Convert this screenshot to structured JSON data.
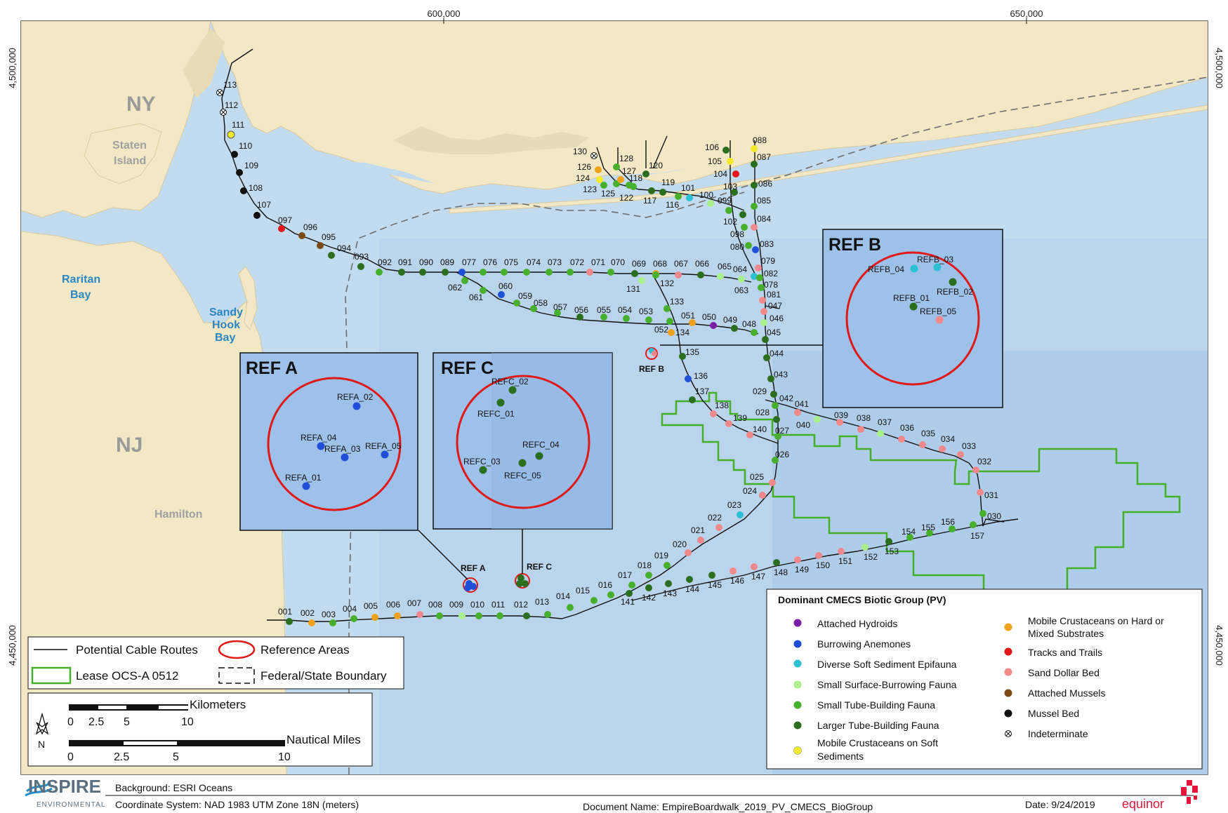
{
  "axis_labels": {
    "x_600000": "600,000",
    "x_650000": "650,000",
    "y_4500000_left": "4,500,000",
    "y_4500000_right": "4,500,000",
    "y_4450000_left": "4,450,000",
    "y_4450000_right": "4,450,000"
  },
  "places": {
    "ny": "NY",
    "nj": "NJ",
    "staten_island_1": "Staten",
    "staten_island_2": "Island",
    "raritan_1": "Raritan",
    "raritan_2": "Bay",
    "sandy_1": "Sandy",
    "sandy_2": "Hook",
    "sandy_3": "Bay",
    "hamilton": "Hamilton"
  },
  "stations": {
    "s001": "001",
    "s002": "002",
    "s003": "003",
    "s004": "004",
    "s005": "005",
    "s006": "006",
    "s007": "007",
    "s008": "008",
    "s009": "009",
    "s010": "010",
    "s011": "011",
    "s012": "012",
    "s013": "013",
    "s014": "014",
    "s015": "015",
    "s016": "016",
    "s017": "017",
    "s018": "018",
    "s019": "019",
    "s020": "020",
    "s021": "021",
    "s022": "022",
    "s023": "023",
    "s024": "024",
    "s025": "025",
    "s026": "026",
    "s027": "027",
    "s028": "028",
    "s029": "029",
    "s030": "030",
    "s031": "031",
    "s032": "032",
    "s033": "033",
    "s034": "034",
    "s035": "035",
    "s036": "036",
    "s037": "037",
    "s038": "038",
    "s039": "039",
    "s040": "040",
    "s041": "041",
    "s042": "042",
    "s043": "043",
    "s044": "044",
    "s045": "045",
    "s046": "046",
    "s047": "047",
    "s048": "048",
    "s049": "049",
    "s050": "050",
    "s051": "051",
    "s052": "052",
    "s053": "053",
    "s054": "054",
    "s055": "055",
    "s056": "056",
    "s057": "057",
    "s058": "058",
    "s059": "059",
    "s060": "060",
    "s061": "061",
    "s062": "062",
    "s063": "063",
    "s064": "064",
    "s065": "065",
    "s066": "066",
    "s067": "067",
    "s068": "068",
    "s069": "069",
    "s070": "070",
    "s071": "071",
    "s072": "072",
    "s073": "073",
    "s074": "074",
    "s075": "075",
    "s076": "076",
    "s077": "077",
    "s078": "078",
    "s079": "079",
    "s080": "080",
    "s081": "081",
    "s082": "082",
    "s083": "083",
    "s084": "084",
    "s085": "085",
    "s086": "086",
    "s087": "087",
    "s088": "088",
    "s089": "089",
    "s090": "090",
    "s091": "091",
    "s092": "092",
    "s093": "093",
    "s094": "094",
    "s095": "095",
    "s096": "096",
    "s097": "097",
    "s098": "098",
    "s099": "099",
    "s100": "100",
    "s101": "101",
    "s102": "102",
    "s103": "103",
    "s104": "104",
    "s105": "105",
    "s106": "106",
    "s107": "107",
    "s108": "108",
    "s109": "109",
    "s110": "110",
    "s111": "111",
    "s112": "112",
    "s113": "113",
    "s116": "116",
    "s117": "117",
    "s118": "118",
    "s119": "119",
    "s120": "120",
    "s122": "122",
    "s123": "123",
    "s124": "124",
    "s125": "125",
    "s126": "126",
    "s127": "127",
    "s128": "128",
    "s130": "130",
    "s131": "131",
    "s132": "132",
    "s133": "133",
    "s134": "134",
    "s135": "135",
    "s136": "136",
    "s137": "137",
    "s138": "138",
    "s139": "139",
    "s140": "140",
    "s141": "141",
    "s142": "142",
    "s143": "143",
    "s144": "144",
    "s145": "145",
    "s146": "146",
    "s147": "147",
    "s148": "148",
    "s149": "149",
    "s150": "150",
    "s151": "151",
    "s152": "152",
    "s153": "153",
    "s154": "154",
    "s155": "155",
    "s156": "156",
    "s157": "157"
  },
  "reference_areas": {
    "ref_a": {
      "title": "REF A",
      "map_label": "REF A",
      "samples": {
        "s01": "REFA_01",
        "s02": "REFA_02",
        "s03": "REFA_03",
        "s04": "REFA_04",
        "s05": "REFA_05"
      }
    },
    "ref_b": {
      "title": "REF B",
      "map_label": "REF B",
      "samples": {
        "s01": "REFB_01",
        "s02": "REFB_02",
        "s03": "REFB_03",
        "s04": "REFB_04",
        "s05": "REFB_05"
      }
    },
    "ref_c": {
      "title": "REF C",
      "map_label": "REF C",
      "samples": {
        "s01": "REFC_01",
        "s02": "REFC_02",
        "s03": "REFC_03",
        "s04": "REFC_04",
        "s05": "REFC_05"
      }
    }
  },
  "map_legend": {
    "cable": "Potential Cable Routes",
    "reference": "Reference Areas",
    "lease": "Lease OCS-A 0512",
    "boundary": "Federal/State Boundary"
  },
  "scale": {
    "km_title": "Kilometers",
    "km_0": "0",
    "km_25": "2.5",
    "km_5": "5",
    "km_10": "10",
    "nm_title": "Nautical Miles",
    "nm_0": "0",
    "nm_25": "2.5",
    "nm_5": "5",
    "nm_10": "10",
    "north": "N"
  },
  "biotic_legend": {
    "title": "Dominant CMECS Biotic Group (PV)",
    "items": {
      "hydroids": {
        "label": "Attached Hydroids",
        "color": "#7a1fa2"
      },
      "anemones": {
        "label": "Burrowing Anemones",
        "color": "#1f4fd8"
      },
      "epifauna": {
        "label": "Diverse Soft Sediment Epifauna",
        "color": "#2bc0d4"
      },
      "small_burrow": {
        "label": "Small Surface-Burrowing Fauna",
        "color": "#a8f08a"
      },
      "small_tube": {
        "label": "Small Tube-Building Fauna",
        "color": "#46b02c"
      },
      "large_tube": {
        "label": "Larger Tube-Building Fauna",
        "color": "#2a6e1e"
      },
      "crust_soft_1": {
        "label": "Mobile Crustaceans on Soft",
        "color": "#f4ea2a"
      },
      "crust_soft_2": {
        "label": "Sediments"
      },
      "crust_hard_1": {
        "label": "Mobile Crustaceans on Hard or",
        "color": "#f0a21c"
      },
      "crust_hard_2": {
        "label": "Mixed Substrates"
      },
      "tracks": {
        "label": "Tracks and Trails",
        "color": "#e3161c"
      },
      "sand_dollar": {
        "label": "Sand Dollar Bed",
        "color": "#f0888c"
      },
      "mussels": {
        "label": "Attached Mussels",
        "color": "#7b4a12"
      },
      "mussel_bed": {
        "label": "Mussel Bed",
        "color": "#111111"
      },
      "indeterminate": {
        "label": "Indeterminate",
        "icon": "circle-x-icon"
      }
    }
  },
  "footer": {
    "logo_main": "INSPIRE",
    "logo_sub": "ENVIRONMENTAL",
    "background": "Background: ESRI Oceans",
    "coord_system": "Coordinate System: NAD 1983 UTM Zone 18N (meters)",
    "document": "Document Name: EmpireBoardwalk_2019_PV_CMECS_BioGroup",
    "date": "Date: 9/24/2019",
    "brand": "equinor",
    "brand_color": "#e3163c"
  }
}
